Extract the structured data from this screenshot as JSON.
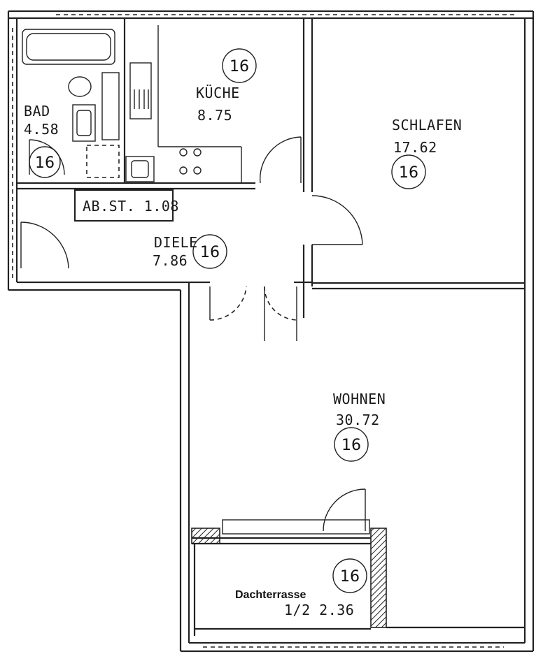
{
  "rooms": {
    "bad": {
      "name": "BAD",
      "area": "4.58"
    },
    "kueche": {
      "name": "KÜCHE",
      "area": "8.75"
    },
    "schlafen": {
      "name": "SCHLAFEN",
      "area": "17.62"
    },
    "diele": {
      "name": "DIELE",
      "area": "7.86"
    },
    "abstell": {
      "label": "AB.ST. 1.08"
    },
    "wohnen": {
      "name": "WOHNEN",
      "area": "30.72"
    },
    "terrasse": {
      "name": "Dachterrasse",
      "area": "1/2 2.36"
    }
  },
  "marker": "16"
}
